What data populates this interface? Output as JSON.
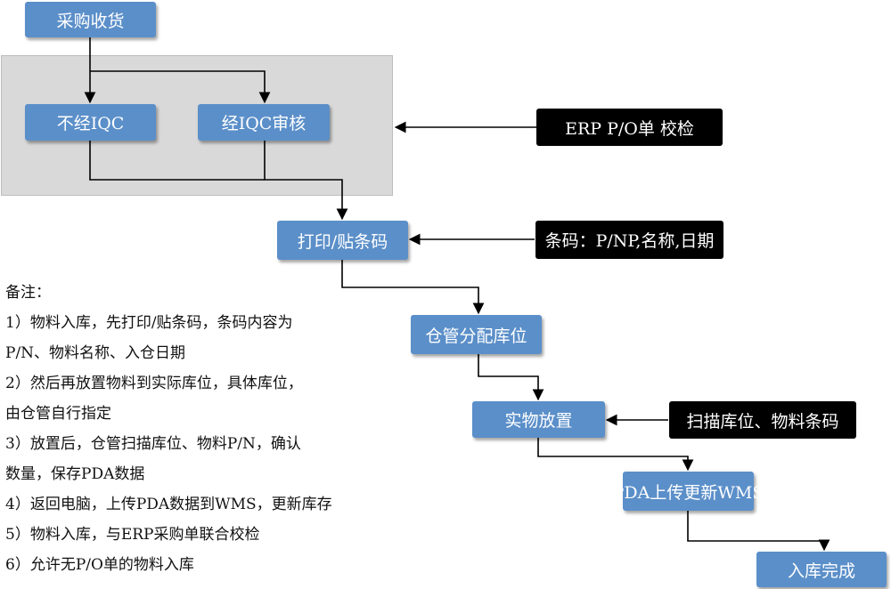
{
  "nodes": {
    "purchase_receiving": "采购收货",
    "no_iqc": "不经IQC",
    "iqc_review": "经IQC审核",
    "print_label": "打印/贴条码",
    "assign_location": "仓管分配库位",
    "physical_placement": "实物放置",
    "pda_upload": "PDA上传更新WMS",
    "warehousing_complete": "入库完成"
  },
  "side_inputs": {
    "erp_po_check": "ERP P/O单 校检",
    "barcode_content": "条码：P/NP,名称,日期",
    "scan_codes": "扫描库位、物料条码"
  },
  "notes": {
    "heading": "备注：",
    "lines": [
      "1）物料入库，先打印/贴条码，条码内容为",
      "P/N、物料名称、入仓日期",
      "2）然后再放置物料到实际库位，具体库位，",
      "由仓管自行指定",
      "3）放置后，仓管扫描库位、物料P/N，确认",
      "数量，保存PDA数据",
      "4）返回电脑，上传PDA数据到WMS，更新库存",
      "5）物料入库，与ERP采购单联合校检",
      "6）允许无P/O单的物料入库"
    ]
  },
  "colors": {
    "node_fill": "#5b8fc9",
    "side_box_fill": "#000000",
    "group_region": "#d9d9d9",
    "connector": "#000000"
  }
}
